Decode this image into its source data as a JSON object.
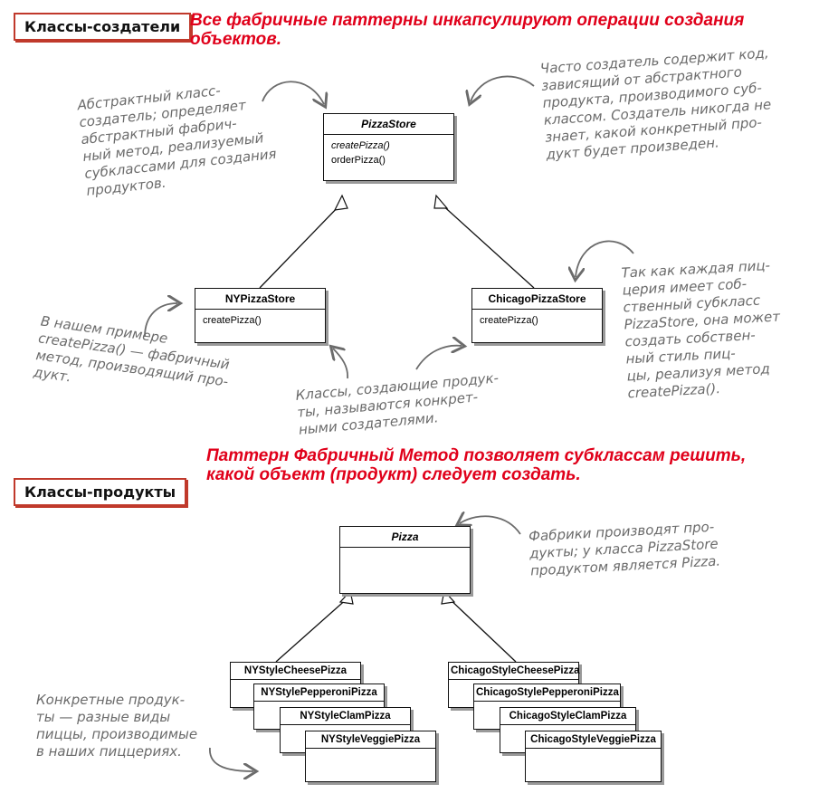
{
  "labels": {
    "creators": "Классы-создатели",
    "products": "Классы-продукты"
  },
  "notes": {
    "top_red": [
      "Все фабричные паттерны инкапсулируют операции создания",
      "объектов."
    ],
    "mid_red": [
      "Паттерн Фабричный Метод позволяет субклассам решить,",
      "какой объект (продукт) следует создать."
    ],
    "abstract_creator": "Абстрактный класс-\nсоздатель; определяет\nабстрактный фабрич-\nный метод, реализуемый\nсубклассами для создания\nпродуктов.",
    "creator_code": "Часто создатель содержит код,\nзависящий от абстрактного\nпродукта, производимого суб-\nклассом. Создатель никогда не\nзнает, какой конкретный про-\nдукт будет произведен.",
    "each_store": "Так как каждая пиц-\nцерия имеет соб-\nственный субкласс\nPizzaStore, она может\nсоздать собствен-\nный стиль пиц-\nцы, реализуя метод\ncreatePizza().",
    "example_method": "В нашем примере\ncreatePizza() — фабричный\nметод, производящий про-\nдукт.",
    "concrete_creators": "Классы, создающие продук-\nты, называются конкрет-\nными создателями.",
    "factories_produce": "Фабрики производят про-\nдукты; у класса PizzaStore\nпродуктом является Pizza.",
    "concrete_products": "Конкретные продук-\nты — разные виды\nпиццы, производимые\nв наших пиццериях."
  },
  "classes": {
    "pizza_store": {
      "name": "PizzaStore",
      "methods": [
        "createPizza()",
        "orderPizza()"
      ]
    },
    "ny_store": {
      "name": "NYPizzaStore",
      "methods": [
        "createPizza()"
      ]
    },
    "chicago_store": {
      "name": "ChicagoPizzaStore",
      "methods": [
        "createPizza()"
      ]
    },
    "pizza": {
      "name": "Pizza"
    },
    "ny_pizzas": [
      "NYStyleCheesePizza",
      "NYStylePepperoniPizza",
      "NYStyleClamPizza",
      "NYStyleVeggiePizza"
    ],
    "chicago_pizzas": [
      "ChicagoStyleCheesePizza",
      "ChicagoStylePepperoniPizza",
      "ChicagoStyleClamPizza",
      "ChicagoStyleVeggiePizza"
    ]
  }
}
